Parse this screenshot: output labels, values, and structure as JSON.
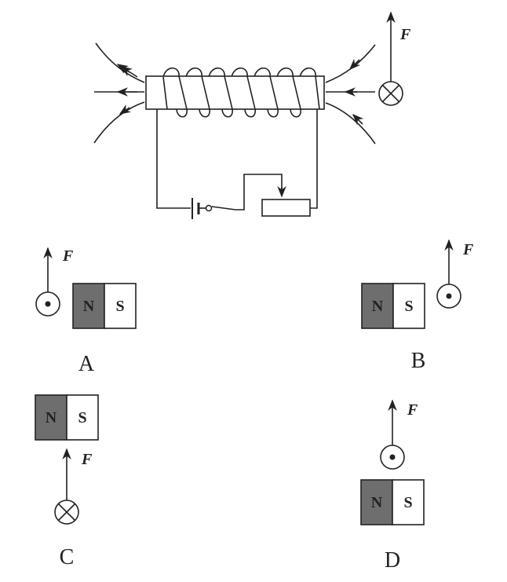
{
  "colors": {
    "ink": "#222222",
    "north_fill": "#6e6e6e",
    "south_fill": "#ffffff"
  },
  "top_figure": {
    "force_label": "F",
    "wire_symbol": "current-into-page",
    "components": [
      "solenoid-with-iron-core",
      "battery",
      "switch",
      "rheostat"
    ]
  },
  "options": [
    {
      "letter": "A",
      "force_label": "F",
      "north": "N",
      "south": "S",
      "wire_symbol": "current-out-of-page",
      "wire_position": "left-of-magnet"
    },
    {
      "letter": "B",
      "force_label": "F",
      "north": "N",
      "south": "S",
      "wire_symbol": "current-out-of-page",
      "wire_position": "right-of-magnet"
    },
    {
      "letter": "C",
      "force_label": "F",
      "north": "N",
      "south": "S",
      "wire_symbol": "current-into-page",
      "wire_position": "below-magnet"
    },
    {
      "letter": "D",
      "force_label": "F",
      "north": "N",
      "south": "S",
      "wire_symbol": "current-out-of-page",
      "wire_position": "above-magnet"
    }
  ]
}
